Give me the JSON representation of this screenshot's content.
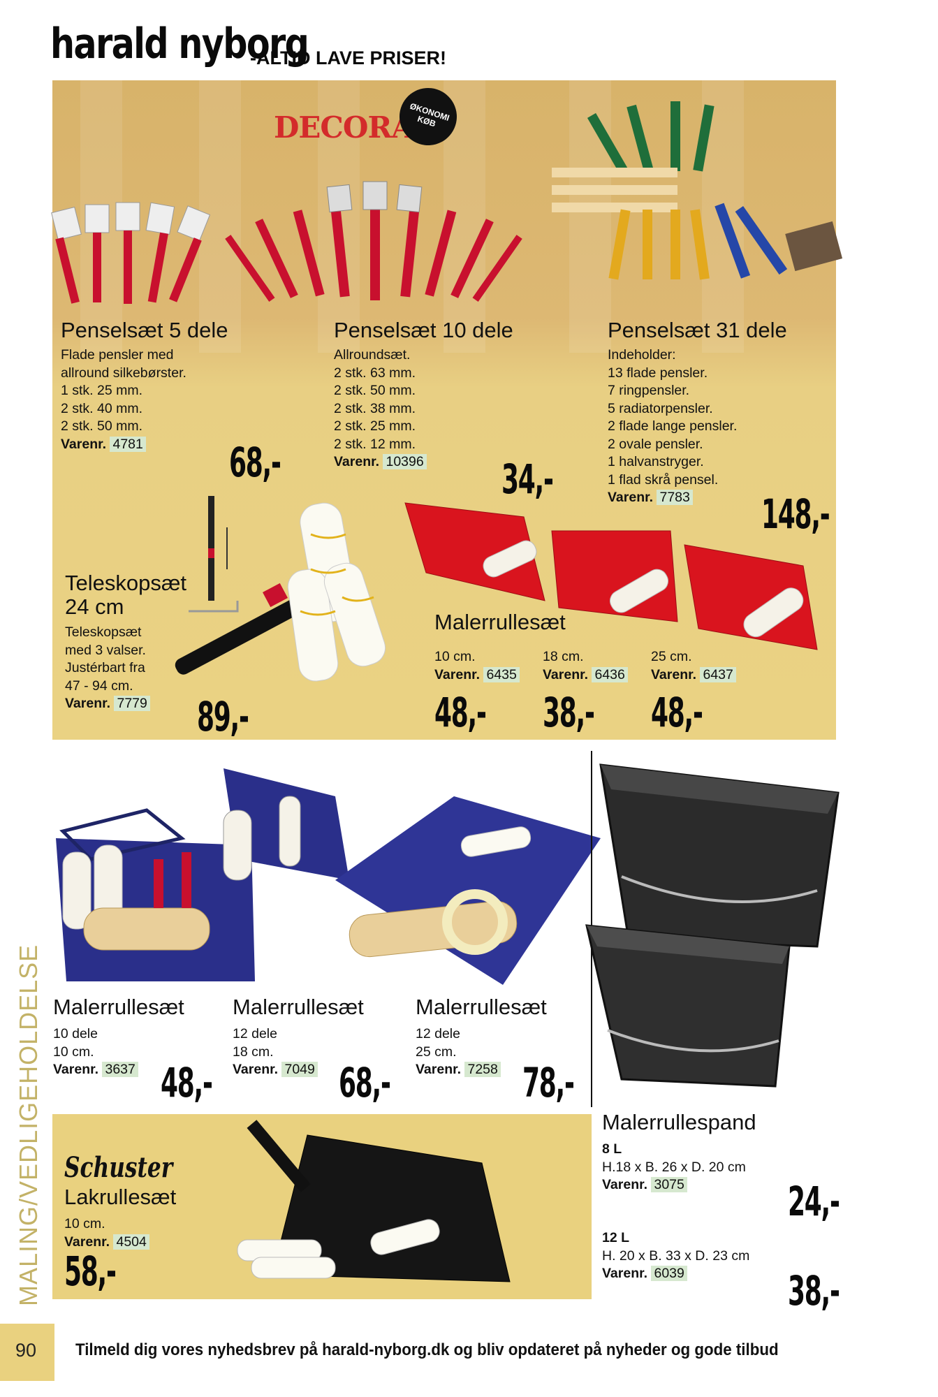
{
  "header": {
    "logo": "harald nyborg",
    "tagline": "-ALTID LAVE PRISER!"
  },
  "brands": {
    "decora": "DECORA",
    "badge_line1": "ØKONOMI",
    "badge_line2": "KØB",
    "schuster": "Schuster"
  },
  "products": {
    "p1": {
      "title": "Penselsæt 5 dele",
      "lines": [
        "Flade pensler med",
        "allround silkebørster.",
        "1 stk. 25 mm.",
        "2 stk. 40 mm.",
        "2 stk. 50 mm."
      ],
      "varenr_label": "Varenr.",
      "varenr": "4781",
      "price": "68,-"
    },
    "p2": {
      "title": "Penselsæt 10 dele",
      "lines": [
        "Allroundsæt.",
        "2 stk. 63 mm.",
        "2 stk. 50 mm.",
        "2 stk. 38 mm.",
        "2 stk. 25 mm.",
        "2 stk. 12 mm."
      ],
      "varenr_label": "Varenr.",
      "varenr": "10396",
      "price": "34,-"
    },
    "p3": {
      "title": "Penselsæt 31 dele",
      "lines": [
        "Indeholder:",
        "13 flade pensler.",
        "7 ringpensler.",
        "5 radiatorpensler.",
        "2 flade lange pensler.",
        "2 ovale pensler.",
        "1 halvanstryger.",
        "1 flad skrå pensel."
      ],
      "varenr_label": "Varenr.",
      "varenr": "7783",
      "price": "148,-"
    },
    "tele": {
      "title1": "Teleskopsæt",
      "title2": "24 cm",
      "lines": [
        "Teleskopsæt",
        "med 3 valser.",
        "Justérbart fra",
        "47 - 94 cm."
      ],
      "varenr_label": "Varenr.",
      "varenr": "7779",
      "price": "89,-"
    },
    "mrs": {
      "title": "Malerrullesæt",
      "items": [
        {
          "size": "10 cm.",
          "varenr_label": "Varenr.",
          "varenr": "6435",
          "price": "48,-"
        },
        {
          "size": "18 cm.",
          "varenr_label": "Varenr.",
          "varenr": "6436",
          "price": "38,-"
        },
        {
          "size": "25 cm.",
          "varenr_label": "Varenr.",
          "varenr": "6437",
          "price": "48,-"
        }
      ]
    },
    "m1": {
      "title": "Malerrullesæt",
      "lines": [
        "10 dele",
        "10 cm."
      ],
      "varenr_label": "Varenr.",
      "varenr": "3637",
      "price": "48,-"
    },
    "m2": {
      "title": "Malerrullesæt",
      "lines": [
        "12 dele",
        "18 cm."
      ],
      "varenr_label": "Varenr.",
      "varenr": "7049",
      "price": "68,-"
    },
    "m3": {
      "title": "Malerrullesæt",
      "lines": [
        "12 dele",
        "25 cm."
      ],
      "varenr_label": "Varenr.",
      "varenr": "7258",
      "price": "78,-"
    },
    "lak": {
      "title": "Lakrullesæt",
      "lines": [
        "10 cm."
      ],
      "varenr_label": "Varenr.",
      "varenr": "4504",
      "price": "58,-"
    },
    "spand": {
      "title": "Malerrullespand",
      "v1": {
        "vol": "8 L",
        "dims": "H.18 x B. 26 x D. 20 cm",
        "varenr_label": "Varenr.",
        "varenr": "3075",
        "price": "24,-"
      },
      "v2": {
        "vol": "12 L",
        "dims": "H. 20 x B. 33 x D. 23 cm",
        "varenr_label": "Varenr.",
        "varenr": "6039",
        "price": "38,-"
      }
    }
  },
  "sidebar": {
    "label": "MALING/VEDLIGEHOLDELSE"
  },
  "footer": {
    "page_number": "90",
    "text": "Tilmeld dig vores nyhedsbrev på harald-nyborg.dk og bliv opdateret på nyheder og gode tilbud"
  },
  "colors": {
    "panel": "#e9d17f",
    "varenr_highlight": "#d6e8cf",
    "brush_red": "#c8102e",
    "tray_red": "#d9141e",
    "tray_blue": "#2a2f8a"
  }
}
